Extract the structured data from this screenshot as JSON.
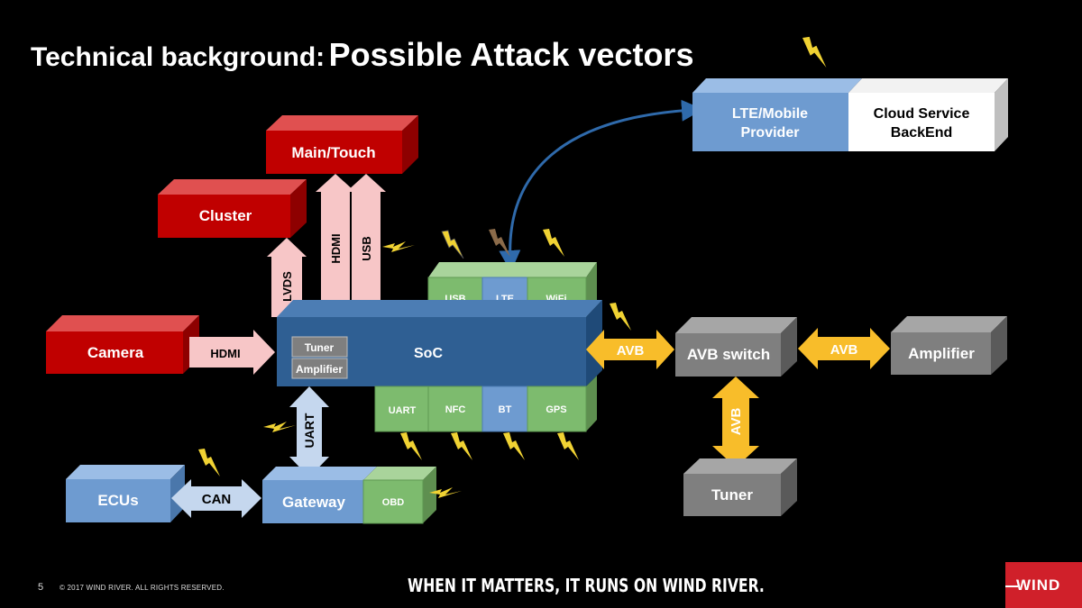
{
  "title": {
    "part1": "Technical background:",
    "part2": "Possible Attack vectors"
  },
  "blocks": {
    "main_touch": "Main/Touch",
    "cluster": "Cluster",
    "camera": "Camera",
    "soc": "SoC",
    "soc_tuner": "Tuner",
    "soc_amplifier": "Amplifier",
    "lte_provider": [
      "LTE/Mobile",
      "Provider"
    ],
    "cloud_backend": [
      "Cloud Service",
      "BackEnd"
    ],
    "usb": "USB",
    "lte": "LTE",
    "wifi": "WiFi",
    "uart": "UART",
    "nfc": "NFC",
    "bt": "BT",
    "gps": "GPS",
    "ecus": "ECUs",
    "gateway": "Gateway",
    "obd": "OBD",
    "avb_switch": "AVB switch",
    "amplifier": "Amplifier",
    "tuner": "Tuner"
  },
  "links": {
    "lvds": "LVDS",
    "hdmi_up": "HDMI",
    "usb_up": "USB",
    "hdmi_camera": "HDMI",
    "uart": "UART",
    "can": "CAN",
    "avb_soc": "AVB",
    "avb_amp": "AVB",
    "avb_tuner": "AVB"
  },
  "footer": {
    "page_number": "5",
    "copyright": "© 2017 WIND RIVER. ALL RIGHTS RESERVED.",
    "tagline": "WHEN IT MATTERS, IT RUNS ON WIND RIVER.",
    "logo_text": "WIND"
  },
  "colors": {
    "red": "#c00000",
    "blue": "#6e9bd0",
    "soc_blue": "#2f5f93",
    "green": "#7dbb6e",
    "gray": "#7f7f7f",
    "pink_arrow": "#f7c6c7",
    "light_blue_arrow": "#c5d7ee",
    "orange_arrow": "#f8bd2a",
    "lightning": "#f0d233"
  }
}
